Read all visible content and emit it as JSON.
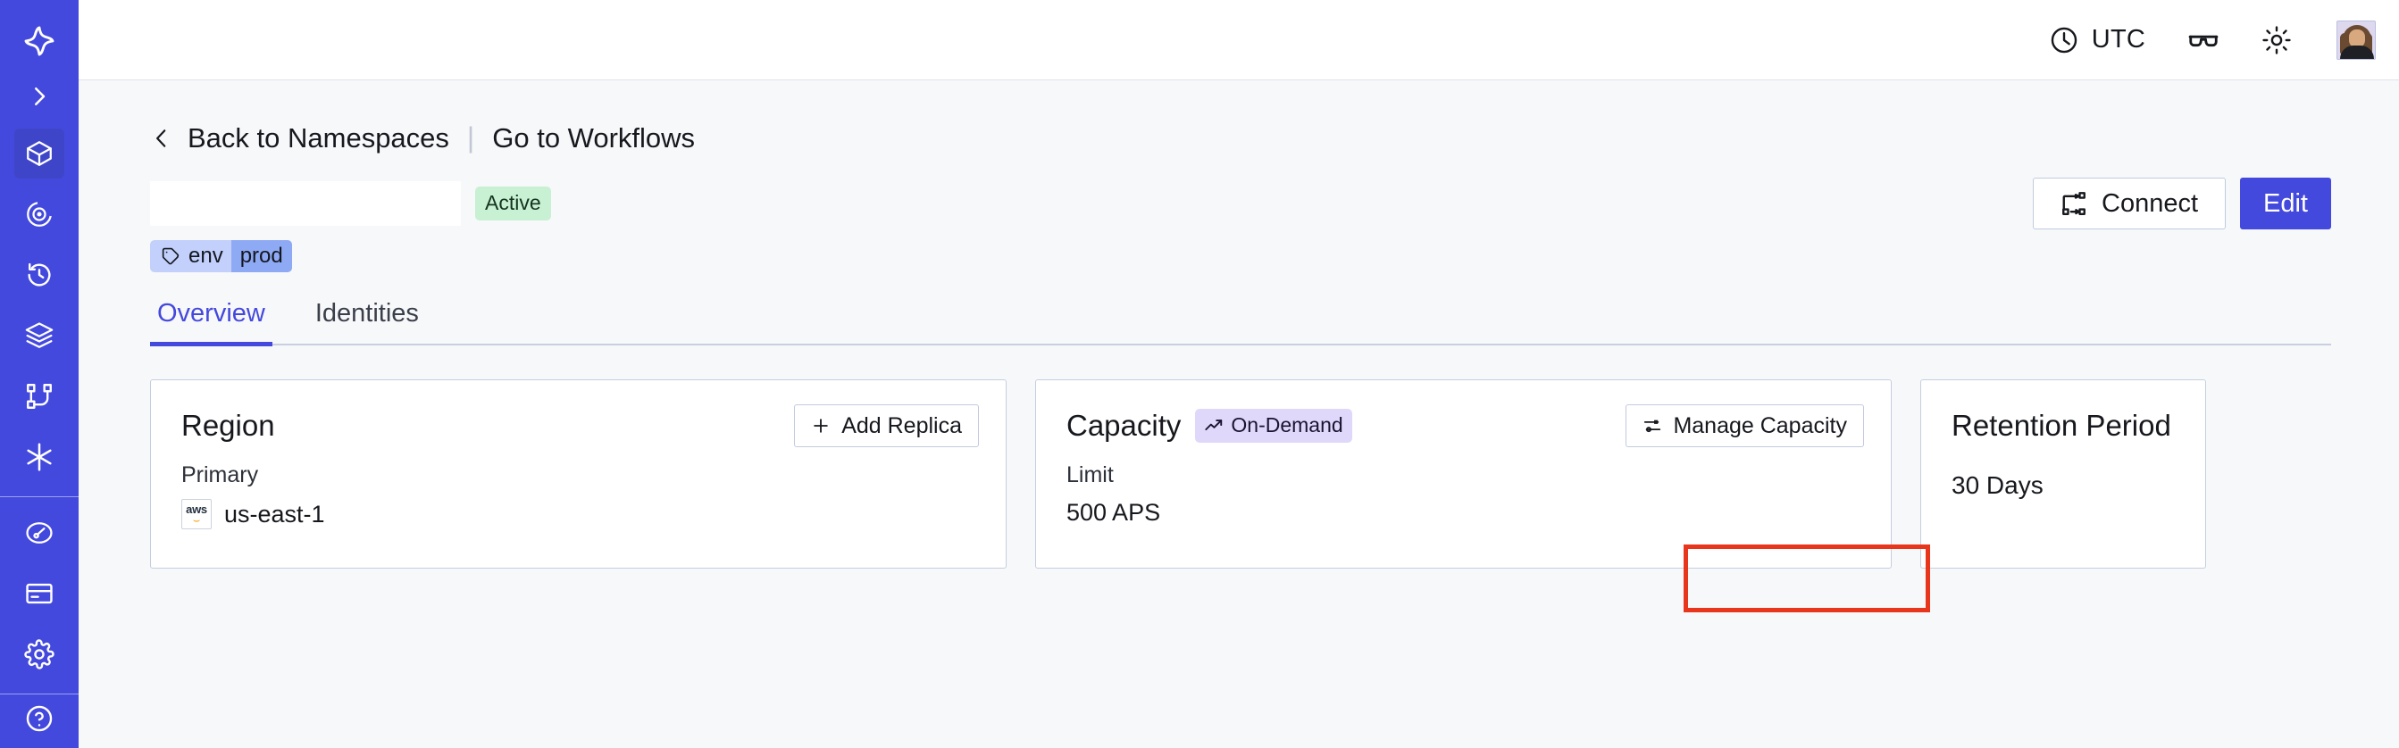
{
  "sidebar": {
    "logo_icon": "sparkle-logo-icon",
    "expand_icon": "chevron-right-icon",
    "items": [
      {
        "name": "namespaces",
        "icon": "cube-icon",
        "active": true
      },
      {
        "name": "observability",
        "icon": "eye-spiral-icon",
        "active": false
      },
      {
        "name": "history",
        "icon": "clock-rewind-icon",
        "active": false
      },
      {
        "name": "layers",
        "icon": "layers-icon",
        "active": false
      },
      {
        "name": "workflows",
        "icon": "node-graph-icon",
        "active": false
      },
      {
        "name": "integrations",
        "icon": "asterisk-icon",
        "active": false
      }
    ],
    "items_group2": [
      {
        "name": "usage",
        "icon": "gauge-icon",
        "active": false
      },
      {
        "name": "billing",
        "icon": "credit-card-icon",
        "active": false
      },
      {
        "name": "settings",
        "icon": "gear-icon",
        "active": false
      }
    ]
  },
  "topbar": {
    "timezone_icon": "clock-icon",
    "timezone_label": "UTC",
    "docs_icon": "glasses-icon",
    "theme_icon": "sun-icon",
    "avatar_alt": "user-avatar"
  },
  "breadcrumb": {
    "back_icon": "chevron-left-icon",
    "back_label": "Back to Namespaces",
    "separator": "|",
    "forward_label": "Go to Workflows"
  },
  "header": {
    "title": "",
    "status_badge": "Active",
    "tag": {
      "icon": "tag-icon",
      "key": "env",
      "value": "prod"
    },
    "connect_label": "Connect",
    "connect_icon": "connect-icon",
    "edit_label": "Edit"
  },
  "tabs": [
    {
      "label": "Overview",
      "active": true
    },
    {
      "label": "Identities",
      "active": false
    }
  ],
  "cards": {
    "region": {
      "title": "Region",
      "action_label": "Add Replica",
      "action_icon": "plus-icon",
      "label": "Primary",
      "provider_icon": "aws-logo-icon",
      "provider_mark": "aws",
      "value": "us-east-1"
    },
    "capacity": {
      "title": "Capacity",
      "badge_label": "On-Demand",
      "badge_icon": "trending-up-icon",
      "action_label": "Manage Capacity",
      "action_icon": "sliders-icon",
      "label": "Limit",
      "value": "500 APS"
    },
    "retention": {
      "title": "Retention Period",
      "value": "30 Days"
    }
  },
  "annotation": {
    "highlight_target": "manage-capacity-button",
    "color": "#e8361c"
  },
  "colors": {
    "brand": "#4449dd",
    "sidebar_bg": "#4449dd",
    "sidebar_active": "#3f45c9",
    "page_bg": "#f7f8fa",
    "card_border": "#c5cee0",
    "badge_active_bg": "#c8f0d2",
    "badge_ondemand_bg": "#e0d8fa",
    "tag_bg": "#c2d0fb",
    "tag_value_bg": "#8faaf5",
    "highlight": "#e8361c"
  }
}
